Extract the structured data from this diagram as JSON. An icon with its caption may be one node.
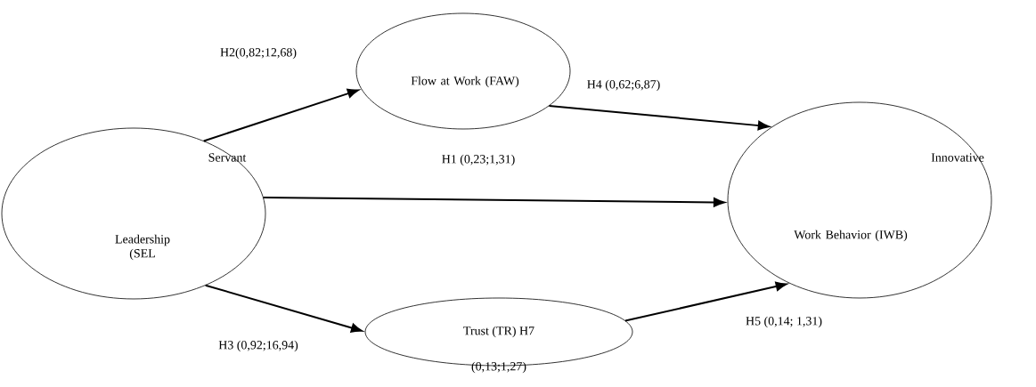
{
  "diagram": {
    "nodes": [
      {
        "text": [
          "Servant",
          "Leadership (SEL"
        ]
      },
      {
        "text": [
          "Flow at Work (FAW)"
        ]
      },
      {
        "text": [
          "Innovative",
          "Work Behavior (IWB)"
        ]
      },
      {
        "text": [
          "Trust (TR) H7"
        ],
        "beside": [
          "(0,13;1,27)"
        ]
      }
    ],
    "edges": [
      {
        "from": 0,
        "to": 1,
        "arrow": "to",
        "label": "H2(0,82;12,68)"
      },
      {
        "from": 1,
        "to": 2,
        "arrow": "to",
        "label": "H4 (0,62;6,87)"
      },
      {
        "from": 0,
        "to": 2,
        "arrow": "to",
        "label": "H1 (0,23;1,31)"
      },
      {
        "from": 0,
        "to": 3,
        "arrow": "to",
        "label": "H3 (0,92;16,94)"
      },
      {
        "from": 3,
        "to": 2,
        "arrow": "to",
        "label": "H5 (0,14; 1,31)"
      }
    ]
  }
}
